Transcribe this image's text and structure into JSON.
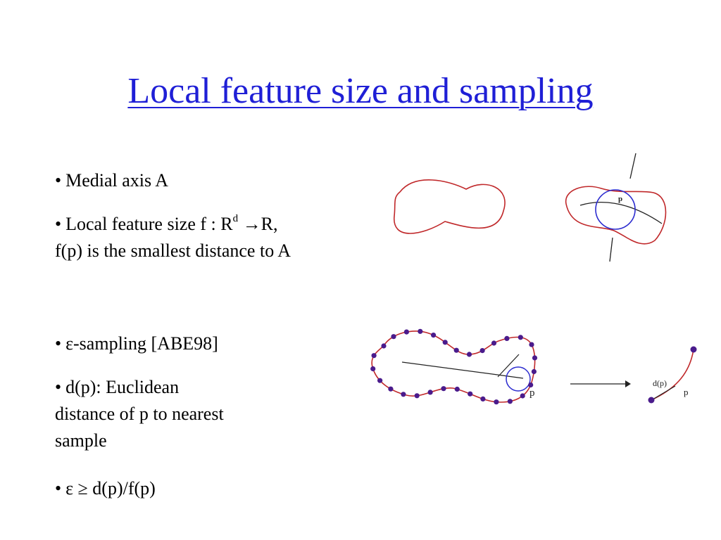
{
  "title": "Local feature size and sampling",
  "bullets": {
    "b1": "Medial axis A",
    "b2_prefix": "Local feature size f : R",
    "b2_sup": "d",
    "b2_arrow": "→",
    "b2_suffix": "R,",
    "b2_line2": "f(p) is the smallest distance to A",
    "b3": "ε-sampling [ABE98]",
    "b4_line1": "d(p): Euclidean",
    "b4_line2": "distance of p to nearest",
    "b4_line3": "sample",
    "b5": "ε ≥ d(p)/f(p)",
    "marker": "•"
  },
  "figures": {
    "label_p_top": "p",
    "label_p_mid": "p",
    "label_p_right": "p",
    "label_dp": "d(p)"
  },
  "colors": {
    "title": "#1f1fd6",
    "curve": "#c0282a",
    "circle": "#2c2ccf",
    "sample": "#4a1b8c",
    "ink": "#222222"
  }
}
